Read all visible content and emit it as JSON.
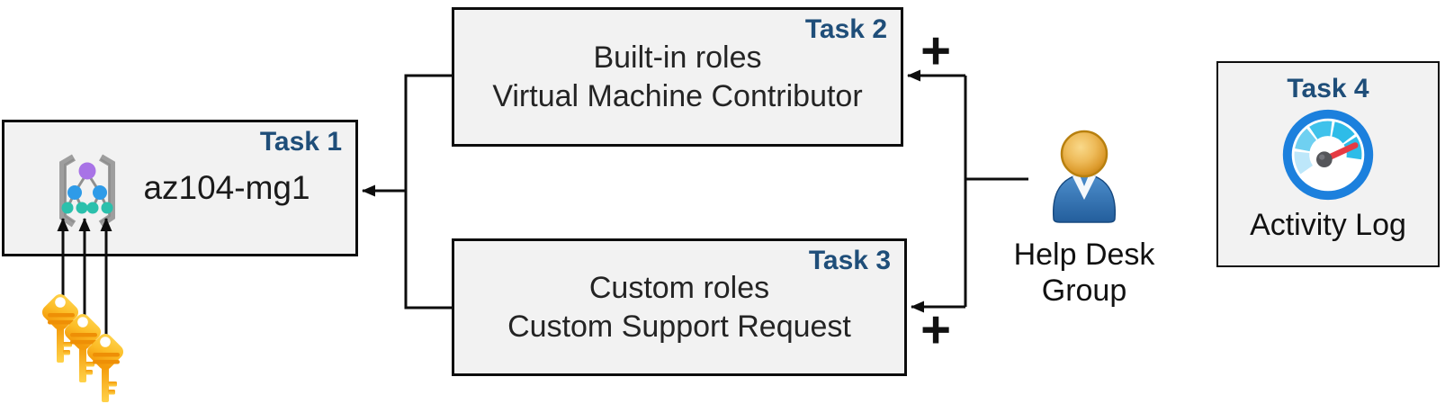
{
  "diagram": {
    "title_context": "Azure RBAC lab tasks diagram",
    "task1": {
      "label": "Task 1",
      "title": "az104-mg1",
      "icon": "management-group-icon"
    },
    "task2": {
      "label": "Task 2",
      "line1": "Built-in roles",
      "line2": "Virtual Machine Contributor"
    },
    "task3": {
      "label": "Task 3",
      "line1": "Custom roles",
      "line2": "Custom Support Request"
    },
    "task4": {
      "label": "Task 4",
      "caption": "Activity Log",
      "icon": "gauge-icon"
    },
    "help_desk_group": {
      "line1": "Help Desk",
      "line2": "Group",
      "icon": "user-icon"
    },
    "plus_top": "+",
    "plus_bottom": "+",
    "icons": [
      "management-group-icon",
      "key-icon",
      "user-icon",
      "gauge-icon"
    ],
    "colors": {
      "box_fill": "#f2f2f2",
      "box_border": "#0d0d0d",
      "task_label": "#1f4e79",
      "body_text": "#242424",
      "connector": "#0d0d0d",
      "key_gold_light": "#ffd650",
      "key_gold_deep": "#f49b0b",
      "key_stripe": "#ee8f06",
      "mg_purple": "#a873e6",
      "mg_blue": "#2e9be8",
      "mg_teal": "#2bc0ac",
      "person_head": "#e2a73b",
      "person_body": "#2e6bb0",
      "gauge_ring": "#1c80dd",
      "gauge_needle": "#e63b43"
    }
  }
}
